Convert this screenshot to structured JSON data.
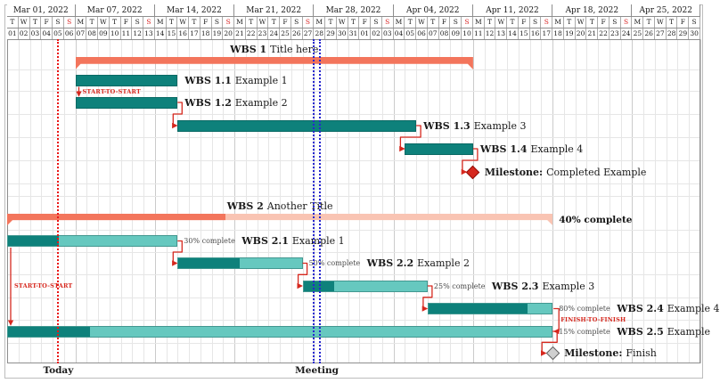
{
  "colors": {
    "task_done": "#0e817b",
    "task_todo": "#66c8bf",
    "group_done": "#f3755c",
    "group_todo": "#f9c4b3",
    "link": "#d6281e",
    "today": "#ea1616",
    "meeting": "#2626cf",
    "sunday": "#d81e1e",
    "milestone_done": "#d6281e",
    "milestone_open": "#cfcfcf"
  },
  "calendar": {
    "weeks": [
      {
        "label": "Mar 01, 2022",
        "days": 6
      },
      {
        "label": "Mar 07, 2022",
        "days": 7
      },
      {
        "label": "Mar 14, 2022",
        "days": 7
      },
      {
        "label": "Mar 21, 2022",
        "days": 7
      },
      {
        "label": "Mar 28, 2022",
        "days": 7
      },
      {
        "label": "Apr 04, 2022",
        "days": 7
      },
      {
        "label": "Apr 11, 2022",
        "days": 7
      },
      {
        "label": "Apr 18, 2022",
        "days": 7
      },
      {
        "label": "Apr 25, 2022",
        "days": 6
      }
    ],
    "day_letters": [
      "T",
      "W",
      "T",
      "F",
      "S",
      "S",
      "M",
      "T",
      "W",
      "T",
      "F",
      "S",
      "S",
      "M",
      "T",
      "W",
      "T",
      "F",
      "S",
      "S",
      "M",
      "T",
      "W",
      "T",
      "F",
      "S",
      "S",
      "M",
      "T",
      "W",
      "T",
      "F",
      "S",
      "S",
      "M",
      "T",
      "W",
      "T",
      "F",
      "S",
      "S",
      "M",
      "T",
      "W",
      "T",
      "F",
      "S",
      "S",
      "M",
      "T",
      "W",
      "T",
      "F",
      "S",
      "S",
      "M",
      "T",
      "W",
      "T",
      "F",
      "S"
    ],
    "day_numbers": [
      "01",
      "02",
      "03",
      "04",
      "05",
      "06",
      "07",
      "08",
      "09",
      "10",
      "11",
      "12",
      "13",
      "14",
      "15",
      "16",
      "17",
      "18",
      "19",
      "20",
      "21",
      "22",
      "23",
      "24",
      "25",
      "26",
      "27",
      "28",
      "29",
      "30",
      "31",
      "01",
      "02",
      "03",
      "04",
      "05",
      "06",
      "07",
      "08",
      "09",
      "10",
      "11",
      "12",
      "13",
      "14",
      "15",
      "16",
      "17",
      "18",
      "19",
      "20",
      "21",
      "22",
      "23",
      "24",
      "25",
      "26",
      "27",
      "28",
      "29",
      "30"
    ],
    "sundays": [
      5,
      12,
      19,
      26,
      33,
      40,
      47,
      54
    ]
  },
  "chart_data": {
    "type": "gantt",
    "timeline_start": "Mar 01, 2022",
    "timeline_end": "Apr 30, 2022",
    "rows": [
      {
        "id": "g1",
        "kind": "group",
        "name": "WBS 1",
        "desc": "Title here",
        "start": 6,
        "end": 40
      },
      {
        "id": "t11",
        "kind": "task",
        "name": "WBS 1.1",
        "desc": "Example 1",
        "start": 6,
        "end": 14
      },
      {
        "id": "t12",
        "kind": "task",
        "name": "WBS 1.2",
        "desc": "Example 2",
        "start": 6,
        "end": 14
      },
      {
        "id": "t13",
        "kind": "task",
        "name": "WBS 1.3",
        "desc": "Example 3",
        "start": 15,
        "end": 35
      },
      {
        "id": "t14",
        "kind": "task",
        "name": "WBS 1.4",
        "desc": "Example 4",
        "start": 35,
        "end": 40
      },
      {
        "id": "m1",
        "kind": "milestone",
        "name": "Milestone:",
        "desc": "Completed Example",
        "day": 41,
        "style": "done"
      },
      {
        "id": "g2",
        "kind": "group",
        "name": "WBS 2",
        "desc": "Another Title",
        "start": 0,
        "end": 47,
        "progress": 40,
        "progress_label": "40% complete"
      },
      {
        "id": "t21",
        "kind": "task",
        "name": "WBS 2.1",
        "desc": "Example 1",
        "start": 0,
        "end": 14,
        "progress": 30,
        "progress_label": "30% complete"
      },
      {
        "id": "t22",
        "kind": "task",
        "name": "WBS 2.2",
        "desc": "Example 2",
        "start": 15,
        "end": 25,
        "progress": 50,
        "progress_label": "50% complete"
      },
      {
        "id": "t23",
        "kind": "task",
        "name": "WBS 2.3",
        "desc": "Example 3",
        "start": 26,
        "end": 36,
        "progress": 25,
        "progress_label": "25% complete"
      },
      {
        "id": "t24",
        "kind": "task",
        "name": "WBS 2.4",
        "desc": "Example 4",
        "start": 37,
        "end": 47,
        "progress": 80,
        "progress_label": "80% complete"
      },
      {
        "id": "t25",
        "kind": "task",
        "name": "WBS 2.5",
        "desc": "Example",
        "start": 0,
        "end": 47,
        "progress": 15,
        "progress_label": "15% complete"
      },
      {
        "id": "m2",
        "kind": "milestone",
        "name": "Milestone:",
        "desc": "Finish",
        "day": 48,
        "style": "open"
      }
    ],
    "links": [
      {
        "from": "t11",
        "to": "t12",
        "type": "start-to-start",
        "label": "START-TO-START"
      },
      {
        "from": "t12",
        "to": "t13",
        "type": "finish-to-start"
      },
      {
        "from": "t13",
        "to": "t14",
        "type": "finish-to-start"
      },
      {
        "from": "t14",
        "to": "m1",
        "type": "finish-to-start"
      },
      {
        "from": "t21",
        "to": "t25",
        "type": "start-to-start",
        "label": "START-TO-START"
      },
      {
        "from": "t21",
        "to": "t22",
        "type": "finish-to-start"
      },
      {
        "from": "t22",
        "to": "t23",
        "type": "finish-to-start"
      },
      {
        "from": "t23",
        "to": "t24",
        "type": "finish-to-start"
      },
      {
        "from": "t24",
        "to": "t25",
        "type": "finish-to-finish",
        "label": "FINISH-TO-FINISH"
      },
      {
        "from": "t25",
        "to": "m2",
        "type": "finish-to-start"
      }
    ],
    "markers": [
      {
        "label": "Today",
        "days": [
          4.5
        ],
        "color_key": "today"
      },
      {
        "label": "Meeting",
        "days": [
          27,
          27.5
        ],
        "color_key": "meeting"
      }
    ]
  }
}
